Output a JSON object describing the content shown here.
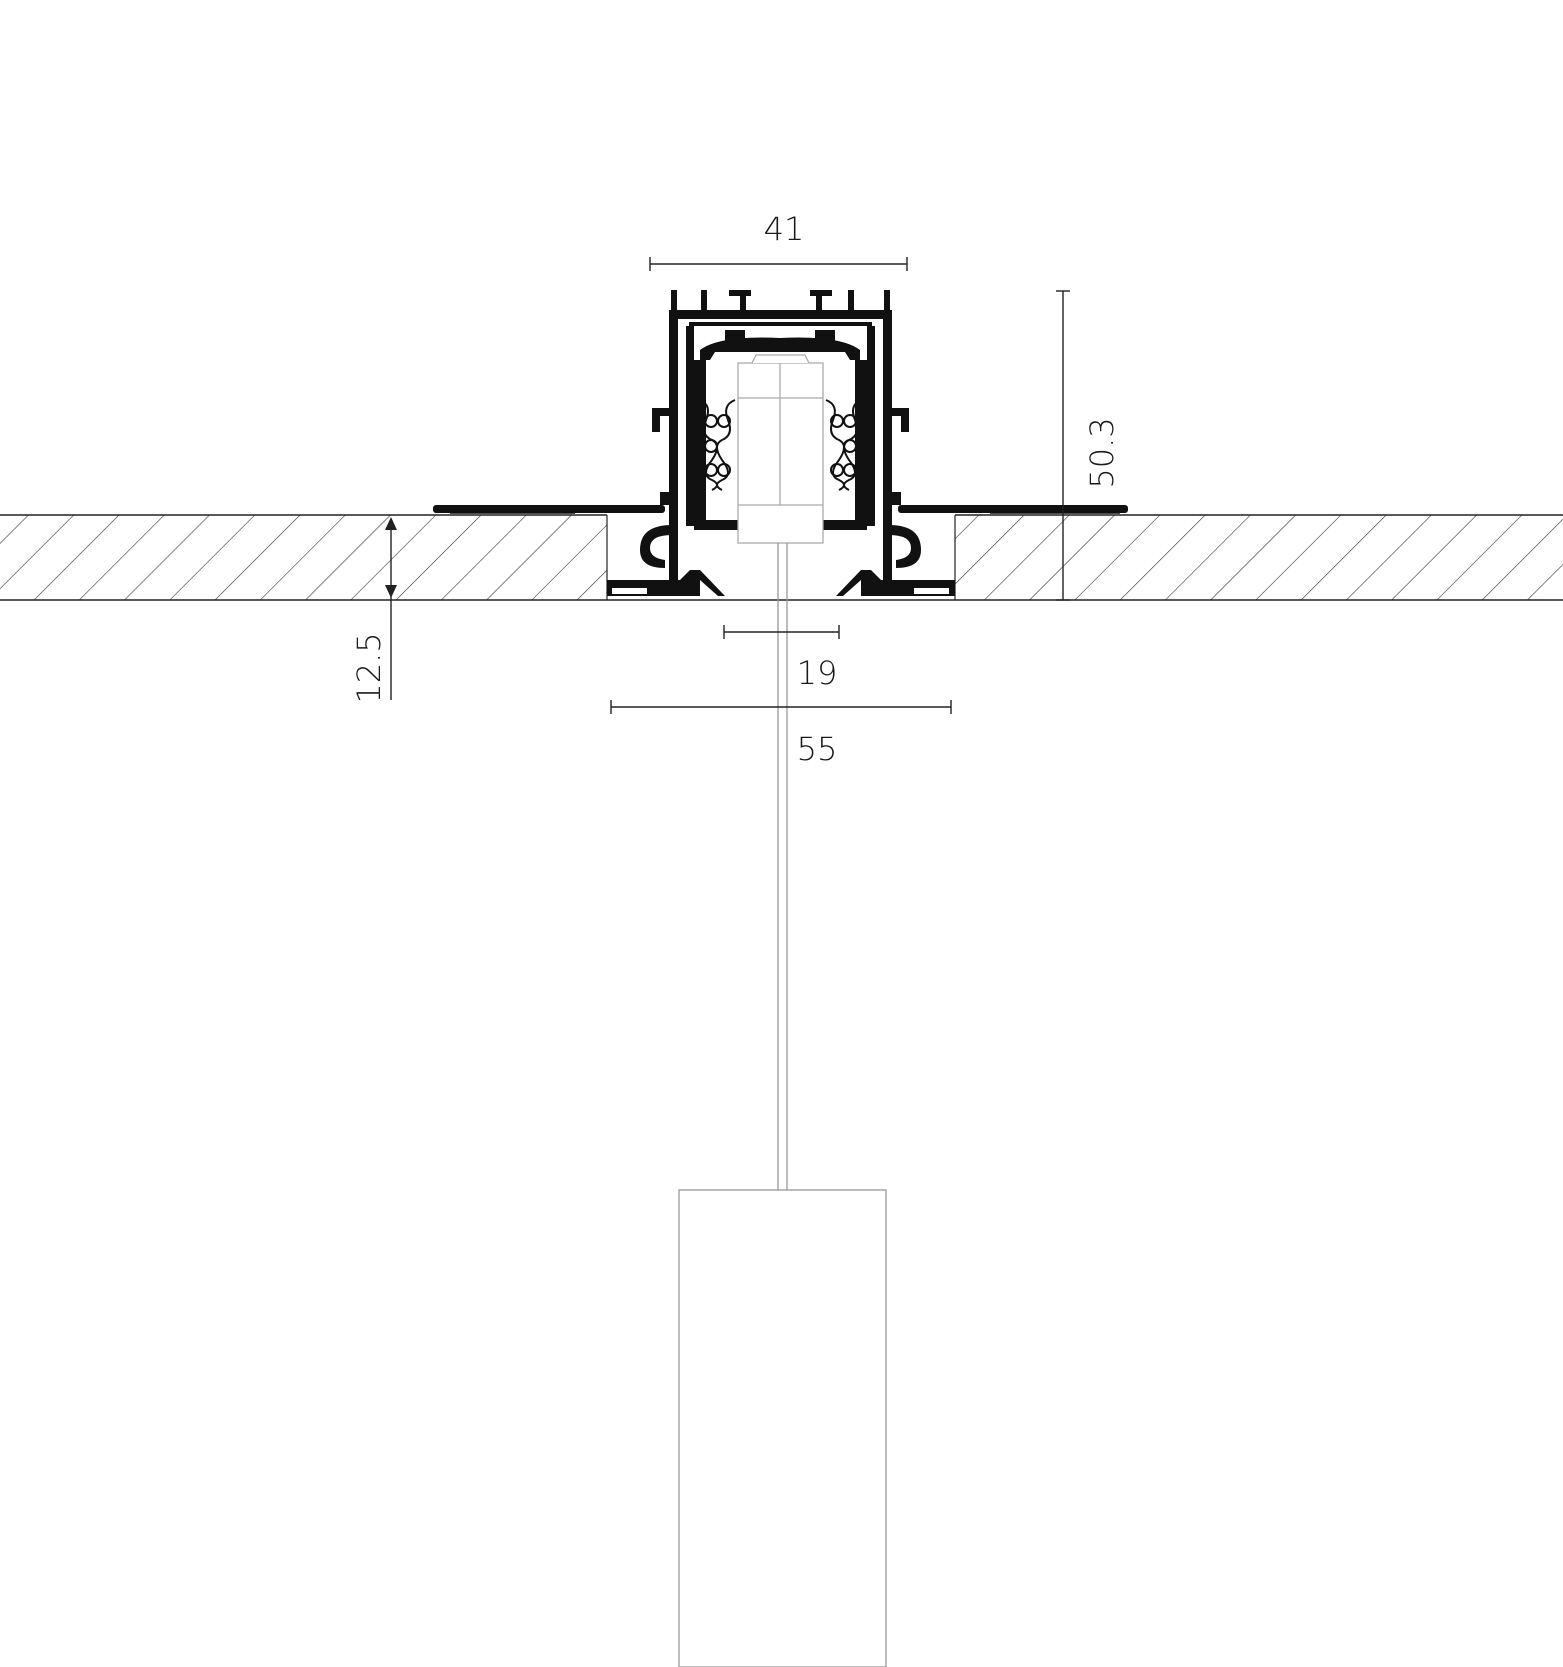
{
  "dimensions": {
    "profile_width": "41",
    "profile_height": "50.3",
    "board_thickness": "12.5",
    "opening_width": "19",
    "overall_width": "55"
  }
}
